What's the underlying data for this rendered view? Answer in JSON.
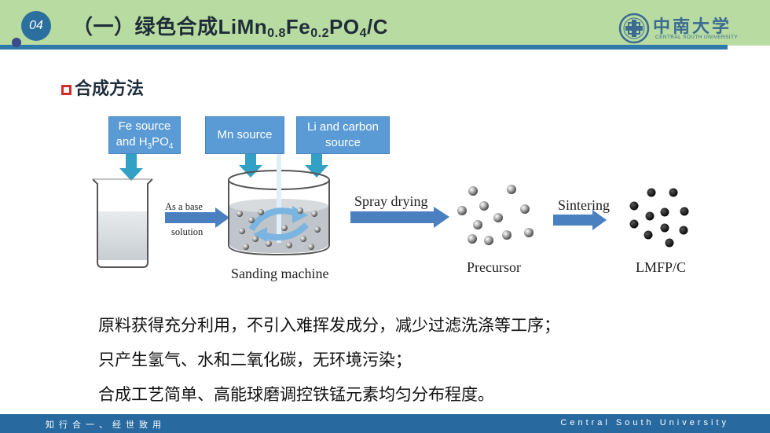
{
  "header": {
    "page_number": "04",
    "title_prefix": "（一）绿色合成LiMn",
    "title_sub1": "0.8",
    "title_mid": "Fe",
    "title_sub2": "0.2",
    "title_mid2": "PO",
    "title_sub3": "4",
    "title_suffix": "/C"
  },
  "logo": {
    "name_cn": "中南大学",
    "name_en": "CENTRAL SOUTH UNIVERSITY"
  },
  "section_title": "合成方法",
  "diagram": {
    "box1_line1": "Fe source",
    "box1_line2_pre": "and H",
    "box1_sub1": "3",
    "box1_mid": "PO",
    "box1_sub2": "4",
    "box2": "Mn source",
    "box3_line1": "Li and carbon",
    "box3_line2": "source",
    "arrow1_top": "As a base",
    "arrow1_bottom": "solution",
    "machine_label": "Sanding machine",
    "arrow2_label": "Spray drying",
    "precursor_label": "Precursor",
    "arrow3_label": "Sintering",
    "product_label": "LMFP/C"
  },
  "bullets": [
    "原料获得充分利用，不引入难挥发成分，减少过滤洗涤等工序；",
    "只产生氢气、水和二氧化碳，无环境污染；",
    "合成工艺简单、高能球磨调控铁锰元素均匀分布程度。"
  ],
  "footer": {
    "motto": "知行合一、经世致用",
    "university": "Central South University"
  },
  "colors": {
    "header_bg": "#b7dba0",
    "accent_blue": "#2e7aa8",
    "label_box": "#5b9bd5",
    "arrow_blue": "#4a7fc0",
    "footer_bg": "#2869a0"
  }
}
